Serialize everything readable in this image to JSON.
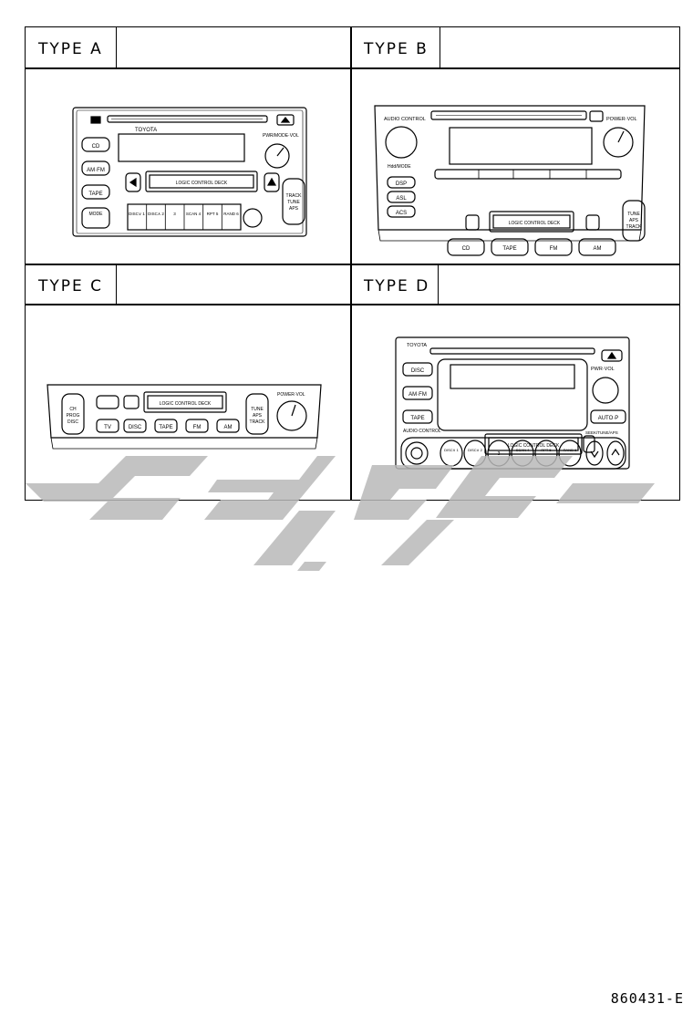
{
  "types": [
    {
      "label": "TYPE A",
      "buttons": [
        "CD",
        "AM·FM",
        "TAPE",
        "MODE"
      ],
      "brand": "TOYOTA",
      "knob_label": "PWR/MODE·VOL",
      "deck_label": "LOGIC CONTROL DECK",
      "seek_label": [
        "TRACK",
        "TUNE",
        "APS"
      ],
      "presets": [
        "DISC∨ 1",
        "DISC∧ 2",
        "3",
        "SCAN 4",
        "RPT 5",
        "RAND 6"
      ]
    },
    {
      "label": "TYPE B",
      "left_label": "AUDIO CONTROL",
      "right_label": "POWER·VOL",
      "left_knob_label": "Hdd/MODE",
      "side_buttons": [
        "DSP",
        "ASL",
        "ACS"
      ],
      "deck_label": "LOGIC CONTROL DECK",
      "bottom_buttons": [
        "CD",
        "TAPE",
        "FM",
        "AM"
      ],
      "seek_label": [
        "TUNE",
        "APS",
        "TRACK"
      ]
    },
    {
      "label": "TYPE C",
      "left_label": [
        "CH",
        "PROG",
        "DISC"
      ],
      "deck_label": "LOGIC CONTROL DECK",
      "right_label": [
        "TUNE",
        "APS",
        "TRACK"
      ],
      "knob_label": "POWER·VOL",
      "bottom_buttons": [
        "TV",
        "DISC",
        "TAPE",
        "FM",
        "AM"
      ]
    },
    {
      "label": "TYPE D",
      "brand": "TOYOTA",
      "right_label": "PWR·VOL",
      "buttons": [
        "DISC",
        "AM·FM",
        "TAPE"
      ],
      "auto_button": "AUTO·P",
      "audio_label": "AUDIO CONTROL",
      "deck_label": "LOGIC CONTROL DECK",
      "seek_label": "SEEK/TUNE/APS",
      "presets": [
        "DISC∨ 1",
        "DISC∧ 2",
        "3",
        "SCAN 4",
        "RPT 5",
        "RAND 6"
      ]
    }
  ],
  "figure_code": "860431-E"
}
